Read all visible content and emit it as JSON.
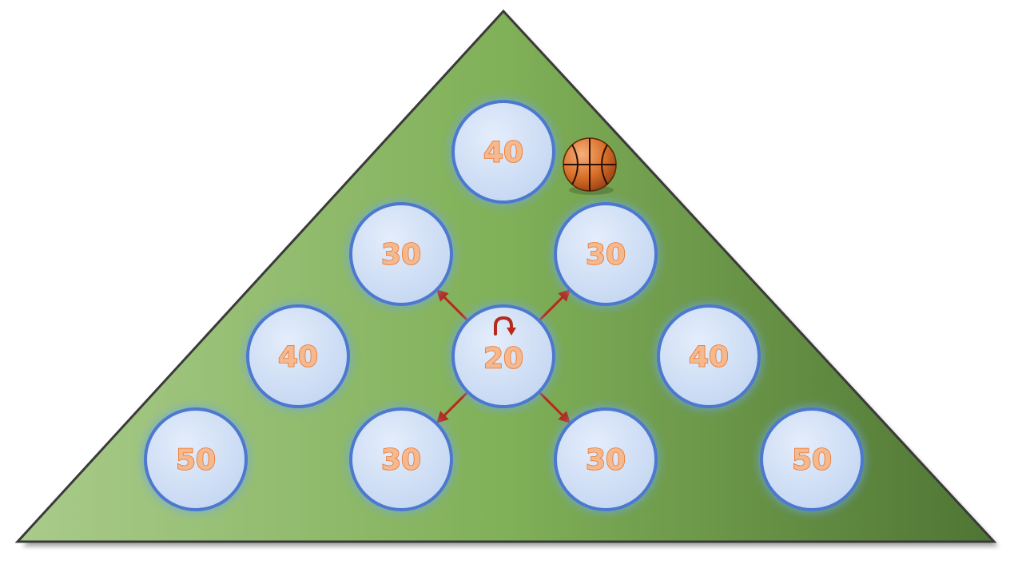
{
  "spots": [
    {
      "id": "top",
      "value": "40"
    },
    {
      "id": "upper-left",
      "value": "30"
    },
    {
      "id": "upper-right",
      "value": "30"
    },
    {
      "id": "mid-left",
      "value": "40"
    },
    {
      "id": "center",
      "value": "20"
    },
    {
      "id": "mid-right",
      "value": "40"
    },
    {
      "id": "bottom-far-left",
      "value": "50"
    },
    {
      "id": "bottom-left",
      "value": "30"
    },
    {
      "id": "bottom-right",
      "value": "30"
    },
    {
      "id": "bottom-far-right",
      "value": "50"
    }
  ],
  "colors": {
    "court_light": "#a9cb8b",
    "court_mid": "#7faf57",
    "court_dark": "#4f7534",
    "spot_fill": "#c9daf3",
    "spot_stroke": "#4d78cf",
    "label_orange": "#e8742c",
    "arrow_red": "#b52a1c",
    "ball_orange": "#d9702a"
  },
  "icons": {
    "ball": "basketball-icon",
    "rotate": "rotate-arrow-icon"
  }
}
